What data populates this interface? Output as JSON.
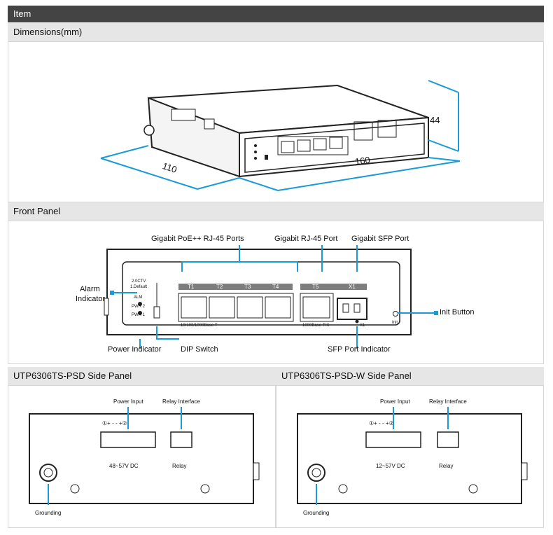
{
  "header": {
    "item": "Item"
  },
  "sections": {
    "dimensions": "Dimensions(mm)",
    "front_panel": "Front Panel",
    "side_psd": "UTP6306TS-PSD Side Panel",
    "side_psd_w": "UTP6306TS-PSD-W Side Panel"
  },
  "dimensions": {
    "width": "110",
    "length": "160",
    "height": "44"
  },
  "front": {
    "callouts": {
      "poe_ports": "Gigabit PoE++ RJ-45 Ports",
      "rj45_port": "Gigabit RJ-45 Port",
      "sfp_port": "Gigabit SFP Port",
      "alarm_line1": "Alarm",
      "alarm_line2": "Indicator",
      "init_button": "Init Button",
      "power_indicator": "Power Indicator",
      "dip_switch": "DIP Switch",
      "sfp_indicator": "SFP Port Indicator"
    },
    "panel": {
      "dip_top": "2.0CTV",
      "dip_bottom": "1.Default",
      "alm": "ALM",
      "pwr2": "PWR 2",
      "pwr1": "PWR 1",
      "ports": [
        "T1",
        "T2",
        "T3",
        "T4"
      ],
      "t5": "T5",
      "x1": "X1",
      "caption_poe": "10/100/1000Base-T",
      "caption_t5": "1000Base-T/X",
      "caption_x1": "X1",
      "init": "Init"
    }
  },
  "side_psd": {
    "power_input": "Power Input",
    "relay_interface": "Relay Interface",
    "terminal_legend": "①+ -  - +②",
    "voltage": "48~57V DC",
    "relay": "Relay",
    "grounding": "Grounding"
  },
  "side_psd_w": {
    "power_input": "Power Input",
    "relay_interface": "Relay Interface",
    "terminal_legend": "①+ -  - +②",
    "voltage": "12~57V DC",
    "relay": "Relay",
    "grounding": "Grounding"
  },
  "colors": {
    "header_bg": "#444444",
    "subheader_bg": "#e6e6e6",
    "callout": "#1a9ad6",
    "label_bar": "#7d7d7d"
  }
}
